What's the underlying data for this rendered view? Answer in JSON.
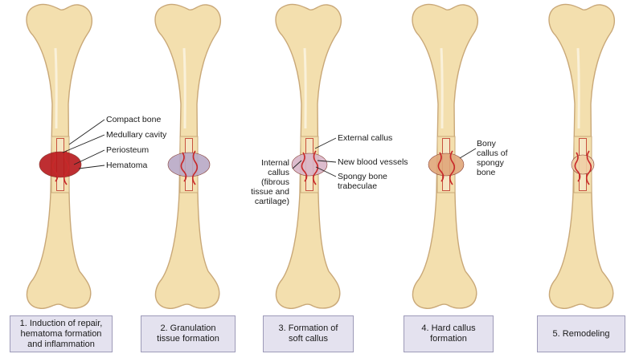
{
  "stages": [
    {
      "caption": "1. Induction of repair,\nhematoma formation\nand inflammation",
      "fracture": "hematoma"
    },
    {
      "caption": "2. Granulation\ntissue formation",
      "fracture": "granulation"
    },
    {
      "caption": "3. Formation of\nsoft callus",
      "fracture": "soft-callus"
    },
    {
      "caption": "4. Hard callus\nformation",
      "fracture": "hard-callus"
    },
    {
      "caption": "5. Remodeling",
      "fracture": "remodeling"
    }
  ],
  "labels": {
    "compact_bone": "Compact bone",
    "medullary_cavity": "Medullary cavity",
    "periosteum": "Periosteum",
    "hematoma": "Hematoma",
    "external_callus": "External callus",
    "new_blood_vessels": "New blood vessels",
    "spongy_bone_trabeculae": "Spongy bone\ntrabeculae",
    "internal_callus": "Internal\ncallus\n(fibrous\ntissue and\ncartilage)",
    "bony_callus": "Bony\ncallus of\nspongy\nbone"
  },
  "colors": {
    "bone_fill": "#f3dfae",
    "bone_edge": "#c9a878",
    "cavity": "#c0392b",
    "hematoma": "#b8181c",
    "granulation": "#b9a9c6",
    "soft_callus": "#d9b5c8",
    "hard_callus": "#e0a77a",
    "remodel": "#f0cfa6",
    "caption_bg": "#e4e2ef"
  }
}
